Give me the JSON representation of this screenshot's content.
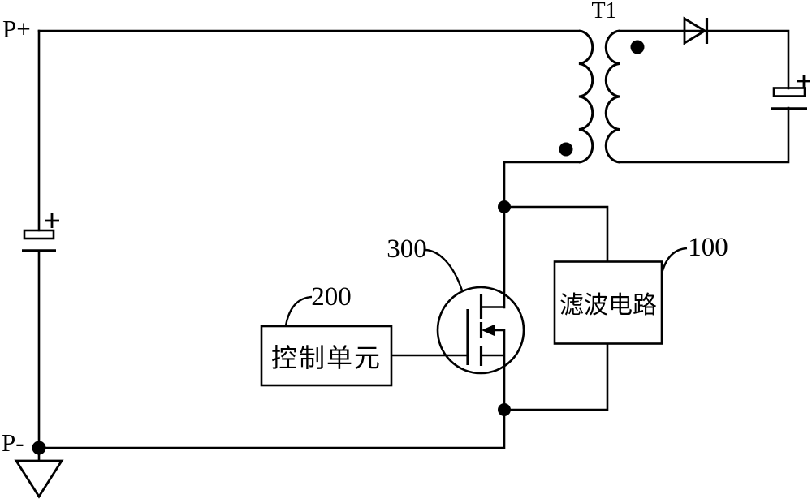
{
  "diagram": {
    "terminals": {
      "positive": "P+",
      "negative": "P-"
    },
    "transformer_label": "T1",
    "reference_numbers": {
      "filter": "100",
      "control": "200",
      "mosfet": "300"
    },
    "blocks": {
      "control_unit": "控制单元",
      "filter_circuit": "滤波电路"
    },
    "colors": {
      "line": "#000000",
      "background": "#ffffff"
    }
  }
}
